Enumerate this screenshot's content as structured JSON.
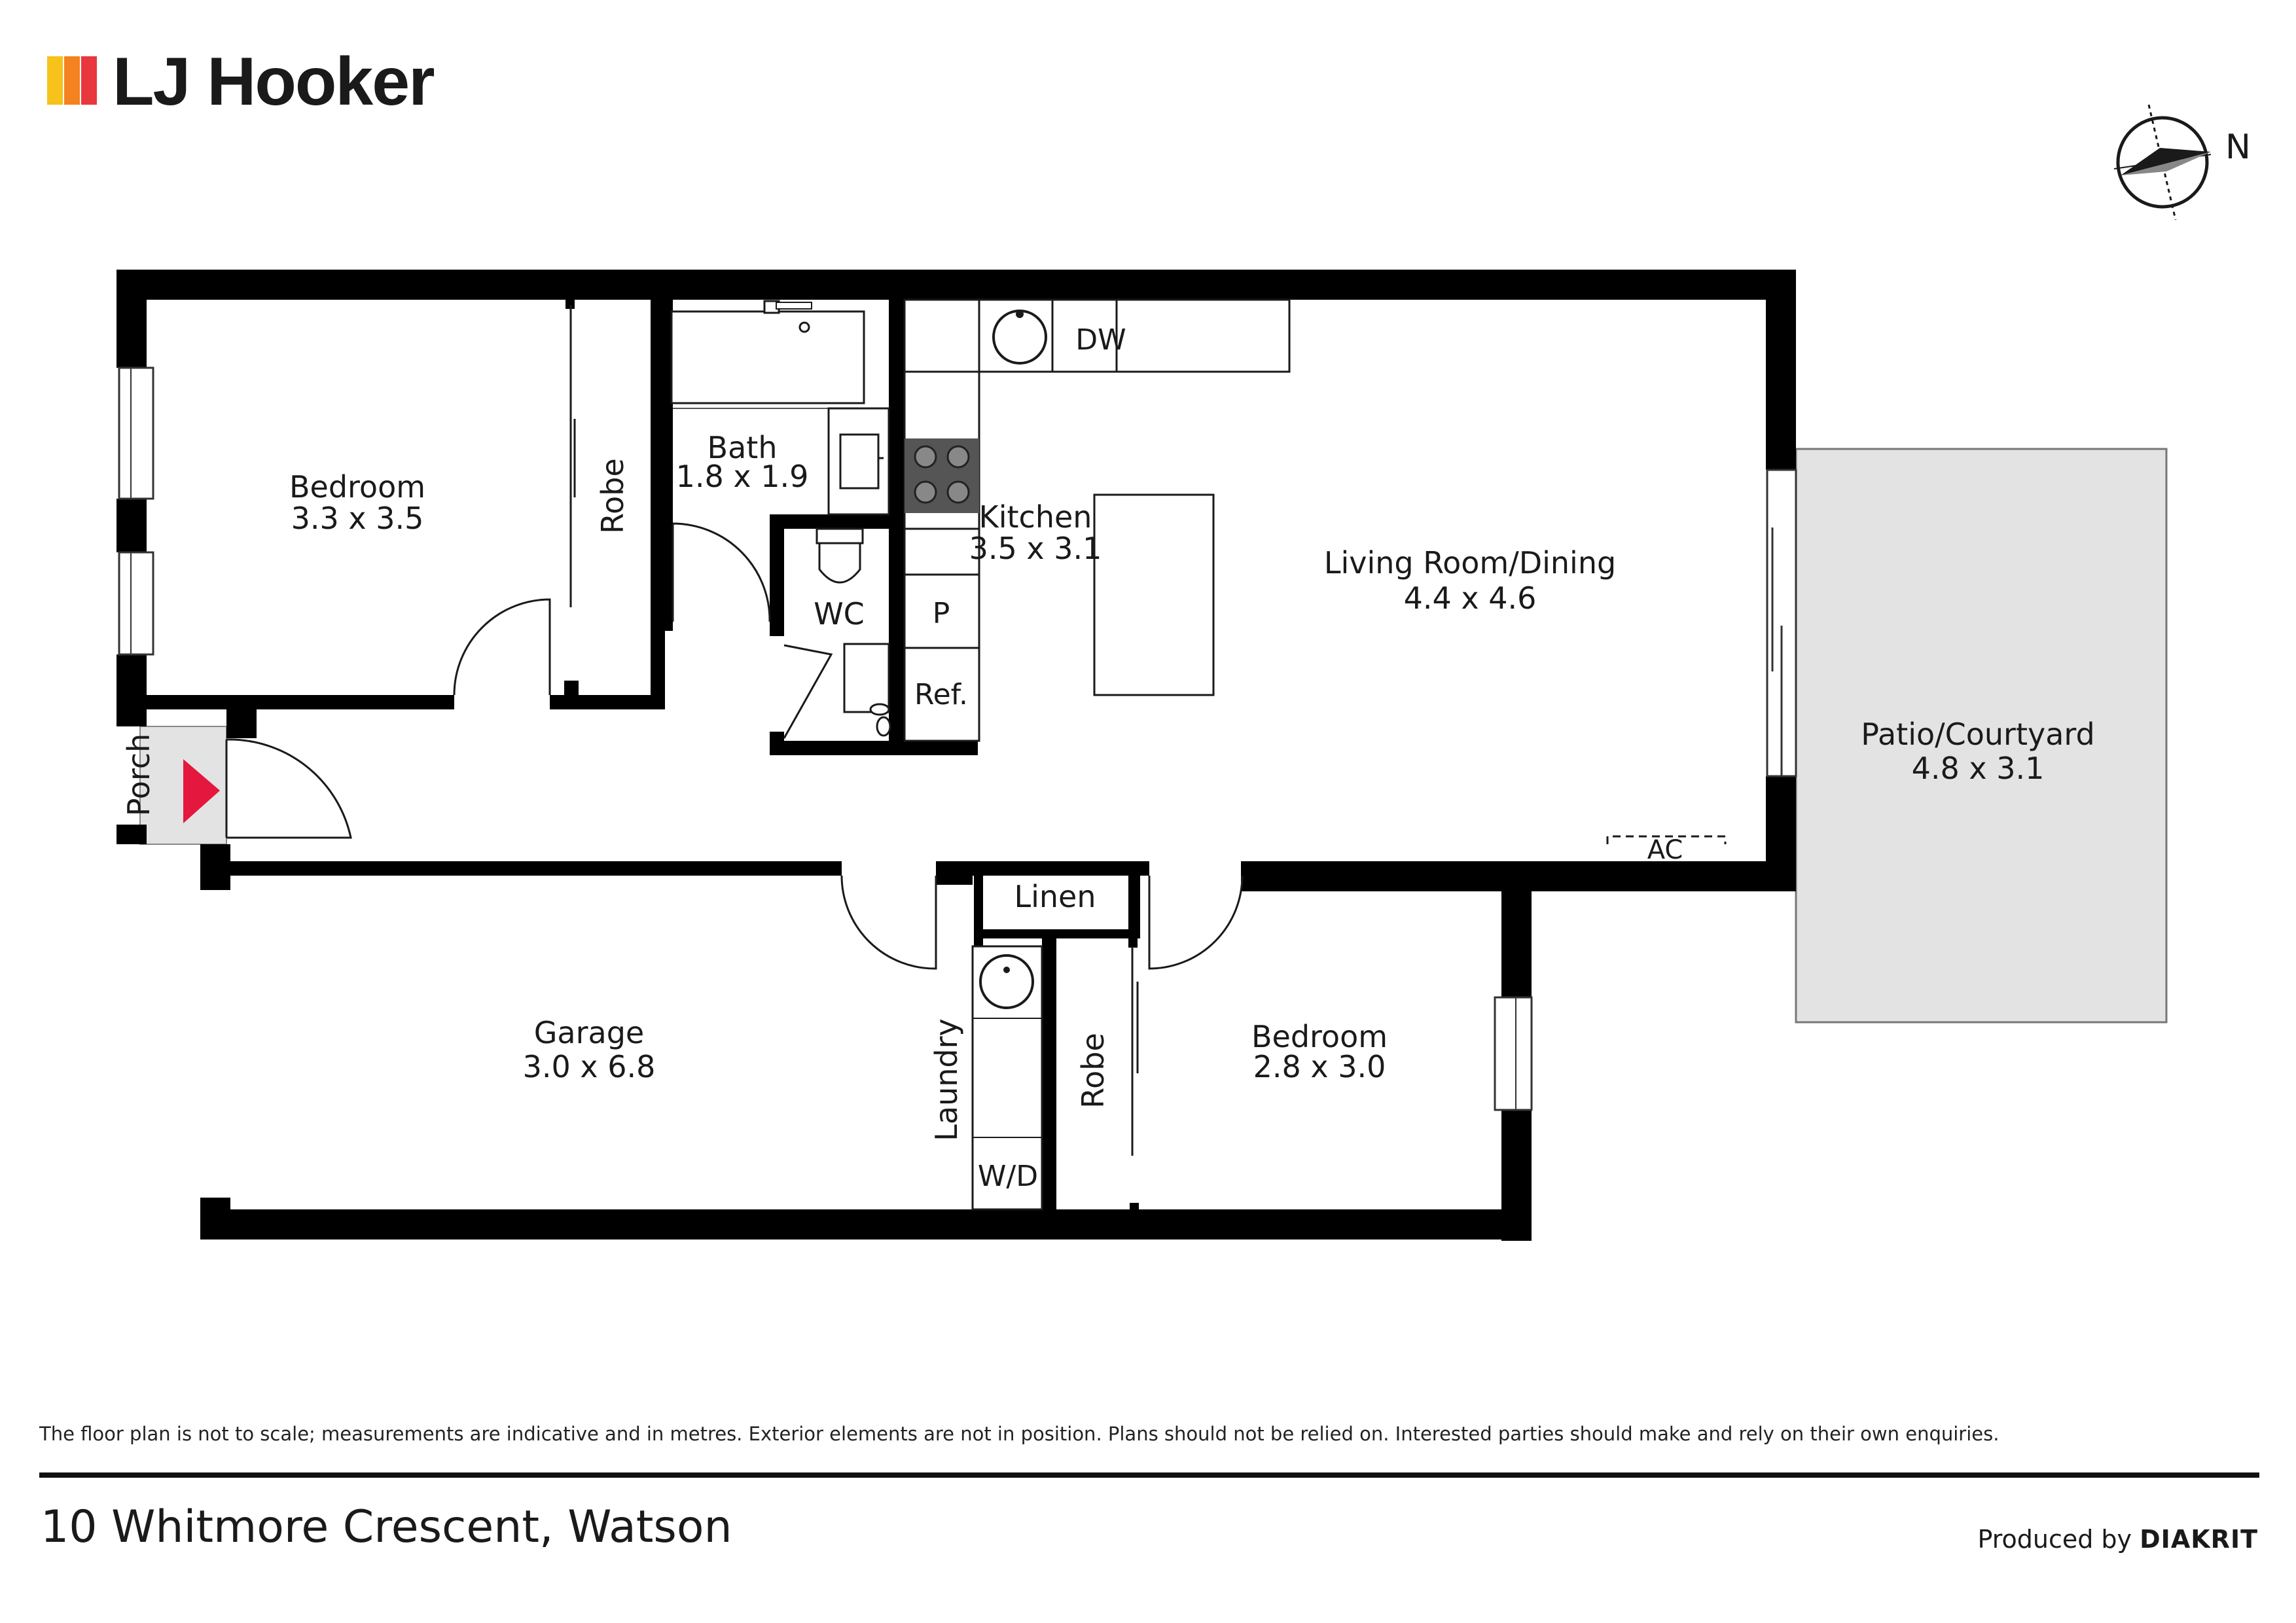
{
  "brand": {
    "name": "LJ Hooker",
    "colors": [
      "#f7c21a",
      "#f58220",
      "#e8383d"
    ]
  },
  "compass": {
    "label": "N"
  },
  "rooms": {
    "bedroom1": {
      "name": "Bedroom",
      "size": "3.3 x 3.5"
    },
    "robe1": {
      "name": "Robe"
    },
    "bath": {
      "name": "Bath",
      "size": "1.8 x 1.9"
    },
    "wc": {
      "name": "WC"
    },
    "kitchen": {
      "name": "Kitchen",
      "size": "3.5 x 3.1"
    },
    "dw": {
      "name": "DW"
    },
    "pantry": {
      "name": "P"
    },
    "ref": {
      "name": "Ref."
    },
    "living": {
      "name": "Living Room/Dining",
      "size": "4.4 x 4.6"
    },
    "patio": {
      "name": "Patio/Courtyard",
      "size": "4.8 x 3.1"
    },
    "ac": {
      "name": "AC"
    },
    "porch": {
      "name": "Porch"
    },
    "garage": {
      "name": "Garage",
      "size": "3.0 x 6.8"
    },
    "linen": {
      "name": "Linen"
    },
    "laundry": {
      "name": "Laundry"
    },
    "wd": {
      "name": "W/D"
    },
    "robe2": {
      "name": "Robe"
    },
    "bedroom2": {
      "name": "Bedroom",
      "size": "2.8 x 3.0"
    }
  },
  "colors": {
    "entry_arrow": "#e4173e",
    "patio_fill": "#e3e3e3",
    "porch_fill": "#e3e3e3"
  },
  "footer": {
    "disclaimer": "The floor plan is not to scale; measurements are indicative and in metres. Exterior elements are not in position. Plans should not be relied on. Interested parties should make and rely on their own enquiries.",
    "address": "10 Whitmore Crescent, Watson",
    "produced_prefix": "Produced by",
    "produced_brand": "DIAKRIT"
  }
}
